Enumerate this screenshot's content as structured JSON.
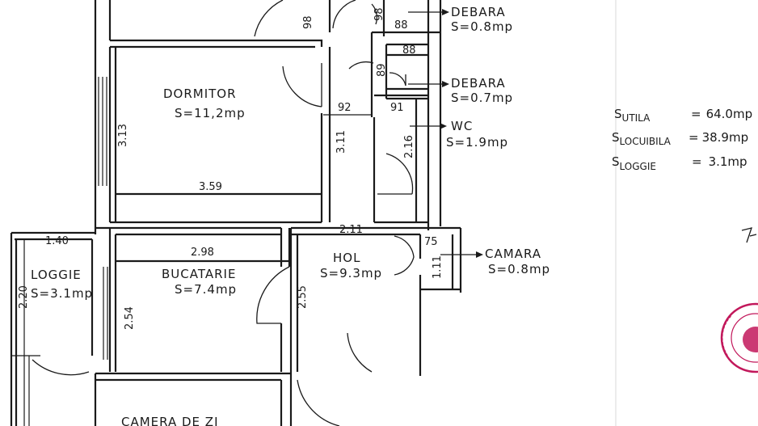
{
  "rooms": {
    "debara1": {
      "name": "DEBARA",
      "area": "S=0.8mp"
    },
    "debara2": {
      "name": "DEBARA",
      "area": "S=0.7mp"
    },
    "dormitor": {
      "name": "DORMITOR",
      "area": "S=11,2mp"
    },
    "wc": {
      "name": "WC",
      "area": "S=1.9mp"
    },
    "hol": {
      "name": "HOL",
      "area": "S=9.3mp"
    },
    "camara": {
      "name": "CAMARA",
      "area": "S=0.8mp"
    },
    "bucatarie": {
      "name": "BUCATARIE",
      "area": "S=7.4mp"
    },
    "loggie": {
      "name": "LOGGIE",
      "area": "S=3.1mp"
    },
    "camera_de_zi": {
      "name": "CAMERA DE ZI"
    }
  },
  "dimensions": {
    "d_98a": "98",
    "d_98b": "98",
    "d_88a": "88",
    "d_88b": "88",
    "d_89": "89",
    "d_92": "92",
    "d_91": "91",
    "d_313": "3.13",
    "d_311": "3.11",
    "d_216": "2.16",
    "d_359": "3.59",
    "d_211": "2.11",
    "d_75": "75",
    "d_111": "1.11",
    "d_140": "1.40",
    "d_298": "2.98",
    "d_220": "2.20",
    "d_254": "2.54",
    "d_255": "2.55"
  },
  "summary": {
    "utila": {
      "symbol": "S",
      "sub": "UTILA",
      "eq": "=",
      "value": "64.0mp"
    },
    "locuibila": {
      "symbol": "S",
      "sub": "LOCUIBILA",
      "eq": "=",
      "value": "38.9mp"
    },
    "loggie": {
      "symbol": "S",
      "sub": "LOGGIE",
      "eq": "=",
      "value": "3.1mp"
    }
  },
  "colors": {
    "ink": "#1a1a1a",
    "stamp": "#c2185b",
    "paper": "#ffffff"
  }
}
